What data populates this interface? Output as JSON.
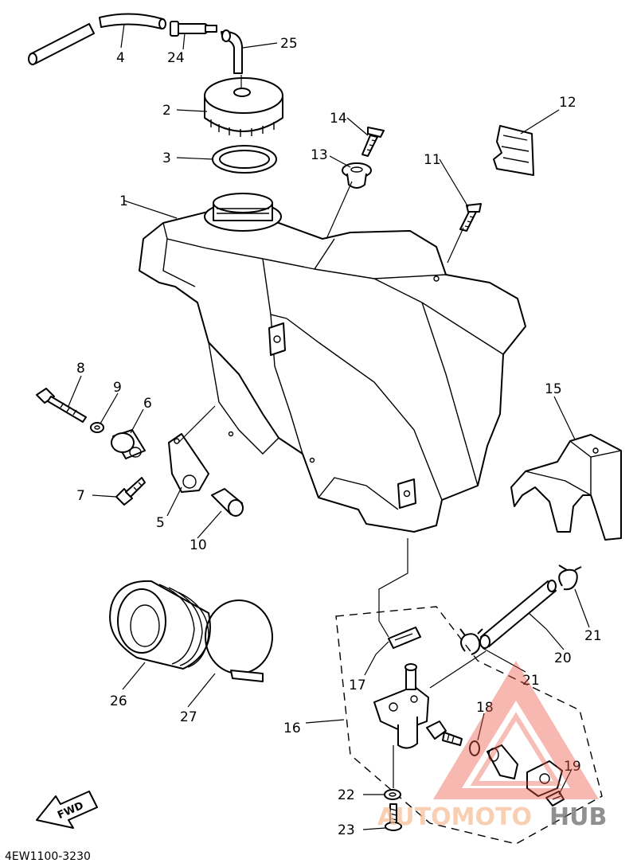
{
  "diagram_code": "4EW1100-3230",
  "fwd_label": "FWD",
  "watermark": {
    "part1": "AUTOMOTO",
    "part2": "HUB",
    "accent_color": "#e9543f"
  },
  "callouts": {
    "c1": "1",
    "c2": "2",
    "c3": "3",
    "c4": "4",
    "c5": "5",
    "c6": "6",
    "c7": "7",
    "c8": "8",
    "c9": "9",
    "c10": "10",
    "c11": "11",
    "c12": "12",
    "c13": "13",
    "c14": "14",
    "c15": "15",
    "c16": "16",
    "c17": "17",
    "c18": "18",
    "c19": "19",
    "c20": "20",
    "c21a": "21",
    "c21b": "21",
    "c22": "22",
    "c23": "23",
    "c24": "24",
    "c25": "25",
    "c26": "26",
    "c27": "27"
  }
}
